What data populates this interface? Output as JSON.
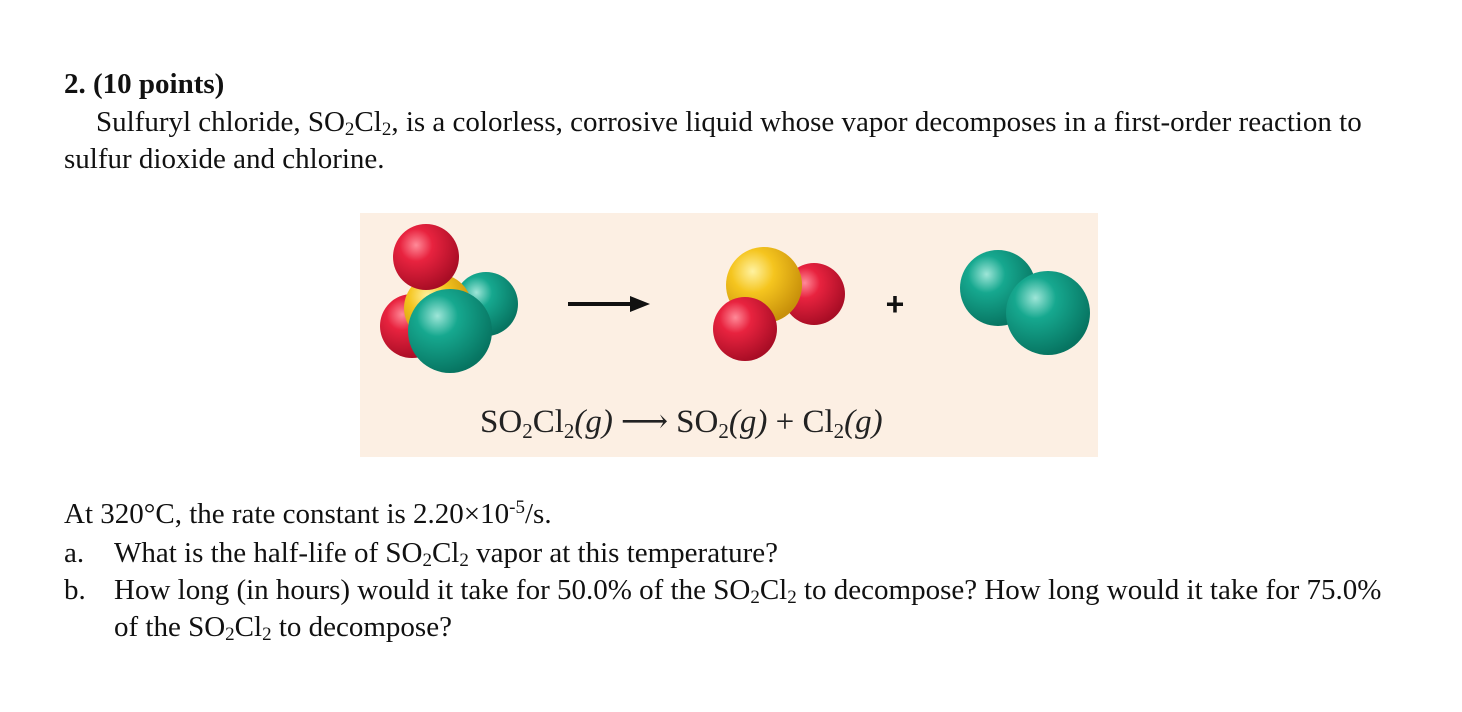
{
  "question": {
    "heading": "2. (10 points)",
    "intro": {
      "p1": "Sulfuryl chloride, SO",
      "p1_sub1": "2",
      "p2": "Cl",
      "p2_sub2": "2",
      "p3": ", is a colorless, corrosive liquid whose vapor decomposes in a first-order reaction to sulfur dioxide and chlorine."
    }
  },
  "figure": {
    "plus_sign": "+",
    "equation": {
      "reactant_a": "SO",
      "reactant_a_sub": "2",
      "reactant_b": "Cl",
      "reactant_b_sub": "2",
      "reactant_phase": "(g)",
      "arrow": "⟶",
      "product1": "SO",
      "product1_sub": "2",
      "product1_phase": "(g)",
      "plus": " + ",
      "product2": "Cl",
      "product2_sub": "2",
      "product2_phase": "(g)"
    },
    "colors": {
      "background": "#fcefe3",
      "oxygen": "#e0213e",
      "sulfur": "#f2c320",
      "chlorine": "#13a08a"
    }
  },
  "rate_line": {
    "prefix": "At 320°C, the rate constant is 2.20×10",
    "exponent": "-5",
    "suffix": "/s."
  },
  "questions": {
    "a": {
      "marker": "a.",
      "t1": "What is the half-life of SO",
      "s1": "2",
      "t2": "Cl",
      "s2": "2",
      "t3": " vapor at this temperature?"
    },
    "b": {
      "marker": "b.",
      "t1": "How long (in hours) would it take for 50.0% of the SO",
      "s1": "2",
      "t2": "Cl",
      "s2": "2",
      "t3": " to decompose? How long would it take for 75.0% of the SO",
      "s3": "2",
      "t4": "Cl",
      "s4": "2",
      "t5": " to decompose?"
    }
  }
}
